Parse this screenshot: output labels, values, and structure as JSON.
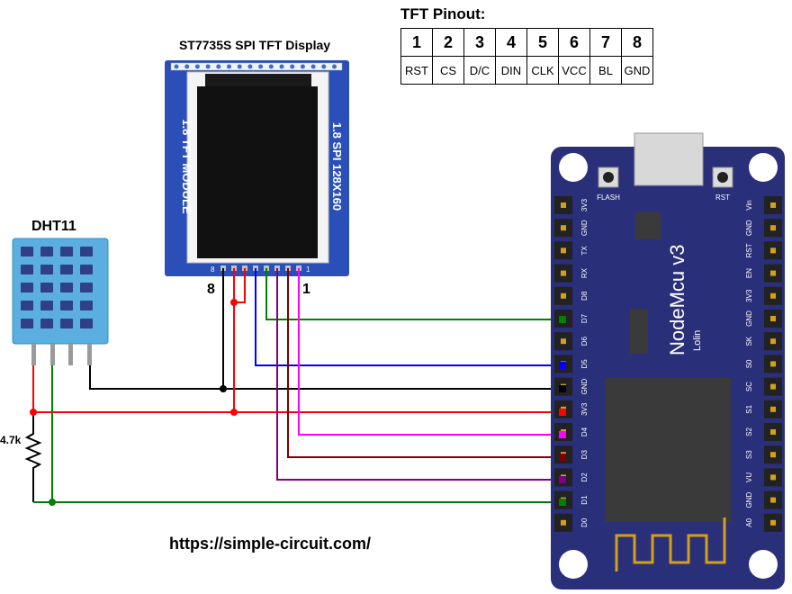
{
  "tft": {
    "title": "ST7735S SPI TFT Display",
    "side_left": "1.8 TFT MODULE",
    "side_right": "1.8 SPI 128X160",
    "pin_end_left": "8",
    "pin_end_right": "1",
    "pin_mark_left": "8",
    "pin_mark_right": "1"
  },
  "pinout": {
    "title": "TFT Pinout:",
    "numbers": [
      "1",
      "2",
      "3",
      "4",
      "5",
      "6",
      "7",
      "8"
    ],
    "labels": [
      "RST",
      "CS",
      "D/C",
      "DIN",
      "CLK",
      "VCC",
      "BL",
      "GND"
    ]
  },
  "dht": {
    "title": "DHT11"
  },
  "resistor": {
    "label": "4.7k"
  },
  "nodemcu": {
    "name": "NodeMcu v3",
    "vendor": "Lolin",
    "flash": "FLASH",
    "rst": "RST",
    "left_pins": [
      "3V3",
      "GND",
      "TX",
      "RX",
      "D8",
      "D7",
      "D6",
      "D5",
      "GND",
      "3V3",
      "D4",
      "D3",
      "D2",
      "D1",
      "D0"
    ],
    "right_pins": [
      "Vin",
      "GND",
      "RST",
      "EN",
      "3V3",
      "GND",
      "SK",
      "S0",
      "SC",
      "S1",
      "S2",
      "S3",
      "VU",
      "GND",
      "A0"
    ]
  },
  "url": "https://simple-circuit.com/",
  "colors": {
    "board": "#2a2f7a",
    "wire_black": "#000000",
    "wire_red": "#ff0000",
    "wire_green": "#008000",
    "wire_blue": "#0000ff",
    "wire_magenta": "#ff00ff",
    "wire_darkred": "#800000",
    "wire_purple": "#800080",
    "dht_body": "#5aaee0"
  }
}
